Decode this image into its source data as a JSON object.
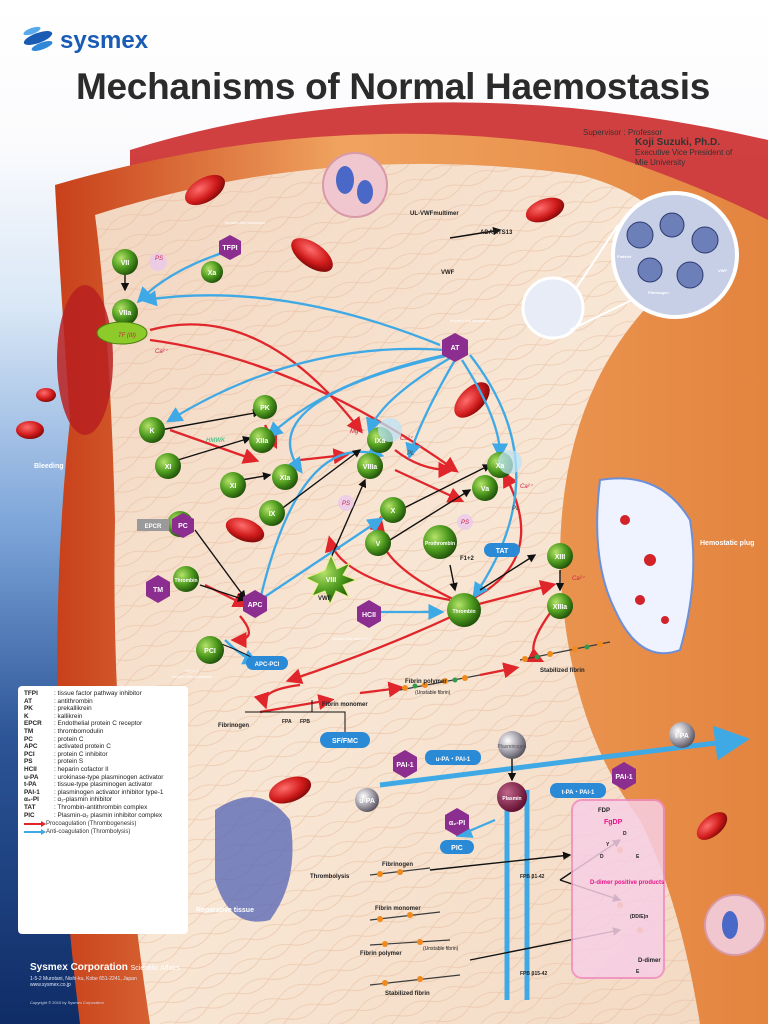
{
  "brand": "sysmex",
  "title": "Mechanisms of Normal Haemostasis",
  "supervisor": {
    "role": "Supervisor : Professor",
    "name": "Koji Suzuki, Ph.D.",
    "position": "Executive Vice President of",
    "institution": "Mie University"
  },
  "nodes": {
    "vii": "VII",
    "viia": "VIIa",
    "tf": "TF (III)",
    "tfpi": "TFPI",
    "xa_top": "Xa",
    "ps_top": "PS",
    "heparin_like_1": "Heparin-like substance",
    "ca_1": "Ca²⁺",
    "ul_vwf": "UL-VWFmultimer",
    "adamts13": "ADAMTS13",
    "vwf": "VWF",
    "at": "AT",
    "heparin_like_2": "Heparin-like substance",
    "pk": "PK",
    "k": "K",
    "hmwk": "HMWK",
    "xiia": "XIIa",
    "xi": "XI",
    "xia": "XIa",
    "mg": "Mg²⁺",
    "ix": "IX",
    "ixa": "IXa",
    "viiia": "VIIIa",
    "ca_2": "Ca²⁺",
    "pl_1": "PL",
    "ps_mid": "PS",
    "x": "X",
    "xa_mid": "Xa",
    "va": "Va",
    "ca_3": "Ca²⁺",
    "pl_2": "PL",
    "ps_low": "PS",
    "v": "V",
    "viii": "VIII",
    "vwf_low": "VWF",
    "prothrombin": "Prothrombin",
    "f12": "F1+2",
    "tat": "TAT",
    "thrombin_center": "Thrombin",
    "xiii": "XIII",
    "xiiia": "XIIIa",
    "ca_4": "Ca²⁺",
    "hcii": "HCII",
    "heparin_like_3": "Heparin-like substance",
    "epcr": "EPCR",
    "pc": "PC",
    "tm": "TM",
    "thrombin_left": "Thrombin",
    "apc": "APC",
    "pci": "PCI",
    "heparin": "Heparin",
    "heparin_like_4": "Heparin-like substance",
    "apc_pci": "APC-PCI",
    "fibrinogen": "Fibrinogen",
    "fpa": "FPA",
    "fpb": "FPB",
    "fibrin_monomer": "Fibrin monomer",
    "fibrin_polymer": "Fibrin polymer",
    "unstable_fibrin": "(Unstable fibrin)",
    "stabilized_fibrin": "Stabilized fibrin",
    "sf_fmc": "SF/FMC",
    "pai1_left": "PAI-1",
    "upa_pai1": "u-PA・PAI-1",
    "plasminogen": "Plasminogen",
    "tpa": "t-PA",
    "tpa_pai1": "t-PA・PAI-1",
    "pai1_right": "PAI-1",
    "upa": "u-PA",
    "plasmin": "Plasmin",
    "a2pi": "α₂-PI",
    "pic": "PIC",
    "fdp": "FDP",
    "fgdp": "FgDP",
    "d1": "D",
    "y": "Y",
    "d2": "D",
    "e1": "E",
    "ddimer_products": "D-dimer positive products",
    "dde": "(DD/E)n",
    "ddimer": "D-dimer",
    "e2": "E",
    "fibrinogen_2": "Fibrinogen",
    "fibrin_monomer_2": "Fibrin monomer",
    "fibrin_polymer_2": "Fibrin polymer",
    "unstable_fibrin_2": "(Unstable fibrin)",
    "stabilized_fibrin_2": "Stabilized fibrin",
    "fpb_1": "FPB β1-42",
    "fpb_2": "FPB β15-42",
    "thrombolysis": "Thrombolysis",
    "reparative": "Reparative tissue",
    "bleeding": "Bleeding",
    "hemostatic_plug": "Hemostatic plug",
    "platelet": "Platelet",
    "fibrinogen_inset": "Fibrinogen",
    "vwf_inset": "VWF"
  },
  "legend": [
    {
      "abbr": "TFPI",
      "desc": ": tissue factor pathway inhibitor"
    },
    {
      "abbr": "AT",
      "desc": ": antithrombin"
    },
    {
      "abbr": "PK",
      "desc": ": prekallikrein"
    },
    {
      "abbr": "K",
      "desc": ": kallikrein"
    },
    {
      "abbr": "EPCR",
      "desc": ": Endothelial protein C receptor"
    },
    {
      "abbr": "TM",
      "desc": ": thrombomodulin"
    },
    {
      "abbr": "PC",
      "desc": ": protein C"
    },
    {
      "abbr": "APC",
      "desc": ": activated protein C"
    },
    {
      "abbr": "PCI",
      "desc": ": protein C inhibitor"
    },
    {
      "abbr": "PS",
      "desc": ": protein S"
    },
    {
      "abbr": "HCII",
      "desc": ": heparin cofactor II"
    },
    {
      "abbr": "u-PA",
      "desc": ": urokinase-type plasminogen activator"
    },
    {
      "abbr": "t-PA",
      "desc": ": tissue-type plasminogen activator"
    },
    {
      "abbr": "PAI-1",
      "desc": ": plasminogen activator inhibitor type-1"
    },
    {
      "abbr": "α₂-PI",
      "desc": ": α₂-plasmin inhibitor"
    },
    {
      "abbr": "TAT",
      "desc": ": Thrombin-antithrombin complex"
    },
    {
      "abbr": "PIC",
      "desc": ": Plasmin-α₂ plasmin inhibitor complex"
    }
  ],
  "legend_lines": {
    "pro": "Procoagulation (Thrombogenesis)",
    "anti": "Anti-coagulation (Thrombolysis)"
  },
  "footer": {
    "corp": "Sysmex Corporation",
    "dept": "Scientific Affairs",
    "address": "1-5-2 Murotani, Nishi-ku, Kobe 651-2241, Japan",
    "web": "www.sysmex.co.jp",
    "copyright": "Copyright © 2010 by Sysmex Corporation"
  },
  "colors": {
    "procoag_arrow": "#e0262b",
    "anticoag_arrow": "#3fa9e6",
    "green_node": "#4f9c1f",
    "purple_node": "#8b2e8f",
    "vessel_wall": "#e89a5a",
    "lumen": "#f6e2cf"
  }
}
